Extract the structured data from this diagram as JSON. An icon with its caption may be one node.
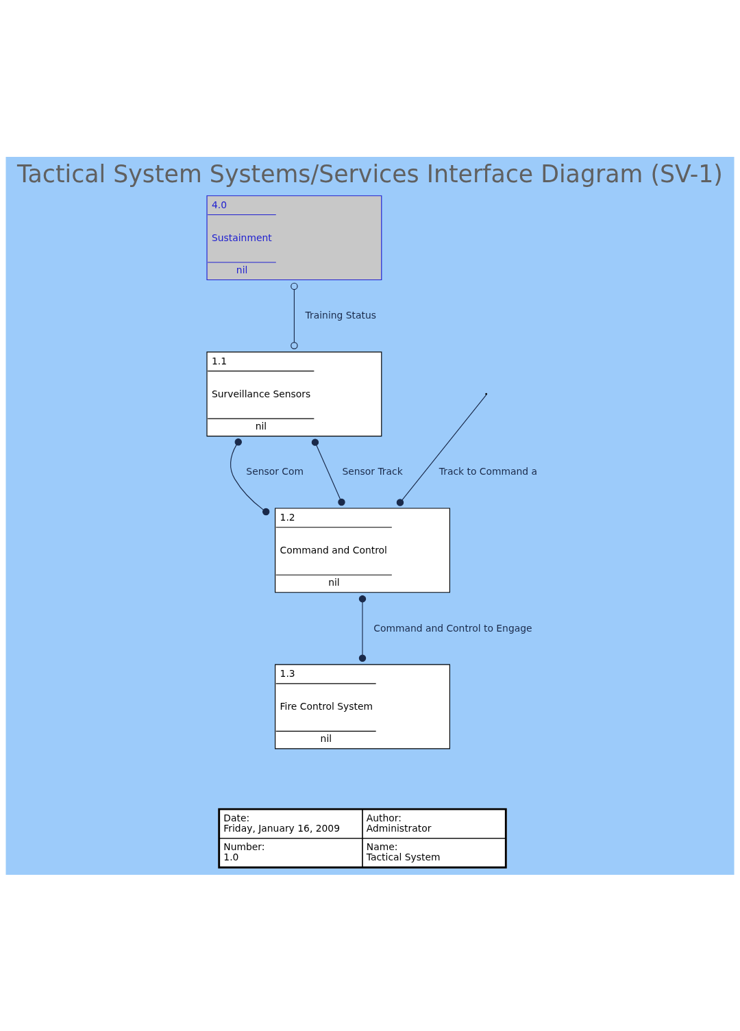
{
  "diagram": {
    "title": "Tactical System Systems/Services Interface Diagram (SV-1)",
    "nodes": [
      {
        "text": [
          "4.0",
          "Sustainment",
          "nil"
        ]
      },
      {
        "text": [
          "1.1",
          "Surveillance Sensors",
          "nil"
        ]
      },
      {
        "text": [
          "1.2",
          "Command and Control",
          "nil"
        ]
      },
      {
        "text": [
          "1.3",
          "Fire Control System",
          "nil"
        ]
      }
    ],
    "edges": [
      {
        "from": 0,
        "to": 1,
        "arrow": "other",
        "label": "Training Status"
      },
      {
        "from": 1,
        "to": 2,
        "arrow": "other",
        "label": "Sensor Com"
      },
      {
        "from": 1,
        "to": 2,
        "arrow": "other",
        "label": "Sensor Track"
      },
      {
        "from": null,
        "to": 2,
        "arrow": "other",
        "label": "Track to Command a"
      },
      {
        "from": 2,
        "to": 3,
        "arrow": "other",
        "label": "Command and Control to Engage"
      }
    ],
    "labels": [
      "Date:",
      "Friday, January 16, 2009",
      "Author:",
      "Administrator",
      "Number:",
      "1.0",
      "Name:",
      "Tactical System"
    ]
  }
}
